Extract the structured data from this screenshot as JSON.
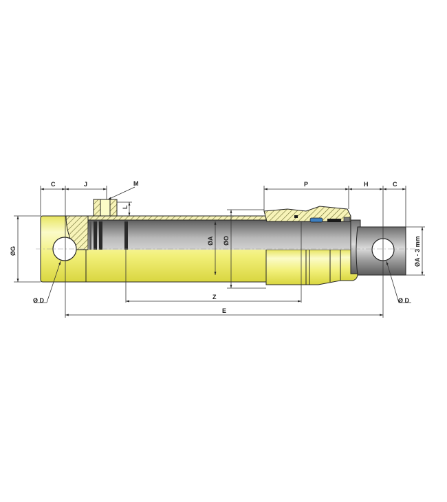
{
  "diagram": {
    "title": "Double-acting hydraulic cylinder with eye mounts - dimension drawing",
    "colors": {
      "body": "#f2f07a",
      "body_highlight": "#fbfbc8",
      "body_shadow": "#d9d640",
      "rod": "#8a8a8a",
      "rod_highlight": "#d8d8d8",
      "hatch_bg": "#f7f3b8",
      "hatch": "#6b6b30",
      "seal_blue": "#3d7fc1",
      "seal_black": "#1a1a1a",
      "dim_line": "#333333"
    },
    "labels": {
      "C_left": "C",
      "J": "J",
      "M": "M",
      "L": "L",
      "G": "ØG",
      "D_left": "Ø D",
      "A": "ØA",
      "O": "ØO",
      "Z": "Z",
      "E": "E",
      "P": "P",
      "H": "H",
      "C_right": "C",
      "A_minus": "ØA - 3 mm",
      "D_right": "Ø D"
    }
  }
}
